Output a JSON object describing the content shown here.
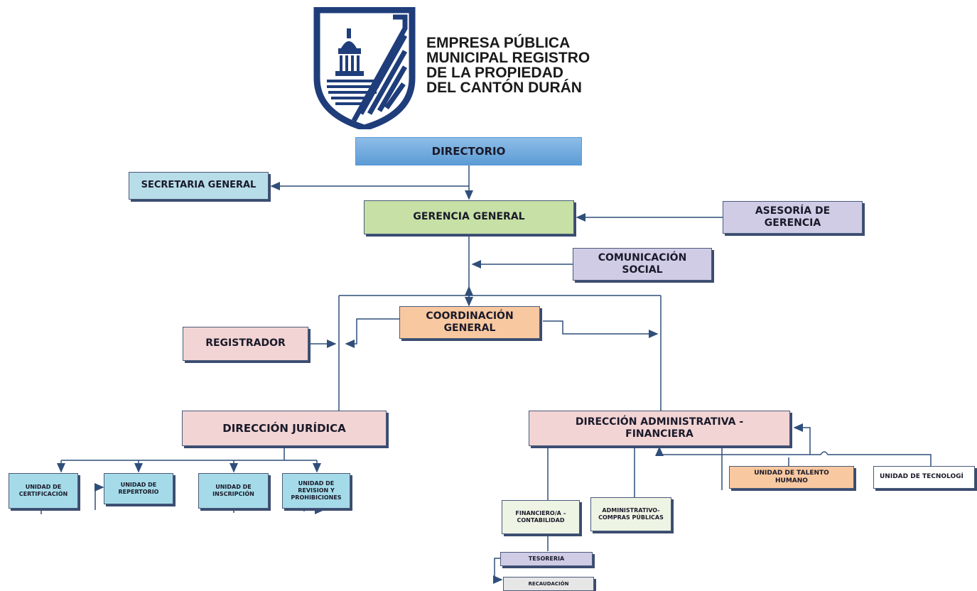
{
  "header": {
    "org_lines": [
      "EMPRESA PÚBLICA",
      "MUNICIPAL REGISTRO",
      "DE LA PROPIEDAD",
      "DEL CANTÓN DURÁN"
    ],
    "logo_icon": "municipal-shield-logo",
    "logo_color": "#1f3d7a"
  },
  "colors": {
    "directorio": "#5b9bd5",
    "secretaria": "#b7dde8",
    "gerencia": "#c6e0a5",
    "lavender": "#d0cce6",
    "coordinacion": "#f8c8a0",
    "salmon": "#f2d4d4",
    "cyan": "#a5dbe8",
    "line": "#2f4f7a"
  },
  "nodes": {
    "directorio": "DIRECTORIO",
    "secretaria_general": "SECRETARIA GENERAL",
    "gerencia_general": "GERENCIA GENERAL",
    "asesoria_gerencia": [
      "ASESORÍA DE",
      "GERENCIA"
    ],
    "comunicacion_social": [
      "COMUNICACIÓN",
      "SOCIAL"
    ],
    "coordinacion_general": [
      "COORDINACIÓN",
      "GENERAL"
    ],
    "registrador": "REGISTRADOR",
    "direccion_juridica": "DIRECCIÓN JURÍDICA",
    "direccion_administrativa": [
      "DIRECCIÓN ADMINISTRATIVA -",
      "FINANCIERA"
    ],
    "unidad_certificacion": [
      "UNIDAD DE",
      "CERTIFICACIÓN"
    ],
    "unidad_repertorio": [
      "UNIDAD DE",
      "REPERTORIO"
    ],
    "unidad_inscripcion": [
      "UNIDAD DE",
      "INSCRIPCIÓN"
    ],
    "unidad_revision": [
      "UNIDAD DE",
      "REVISION Y",
      "PROHIBICIONES"
    ],
    "unidad_talento": [
      "UNIDAD DE TALENTO",
      "HUMANO"
    ],
    "unidad_tecnologia": "UNIDAD DE TECNOLOGÍ",
    "financiero": [
      "FINANCIERO/A –",
      "CONTABILIDAD"
    ],
    "administrativo": [
      "ADMINISTRATIVO-",
      "COMPRAS PÚBLICAS"
    ],
    "tesoreria": "TESORERIA",
    "recaudacion": "RECAUDACIÓN"
  }
}
